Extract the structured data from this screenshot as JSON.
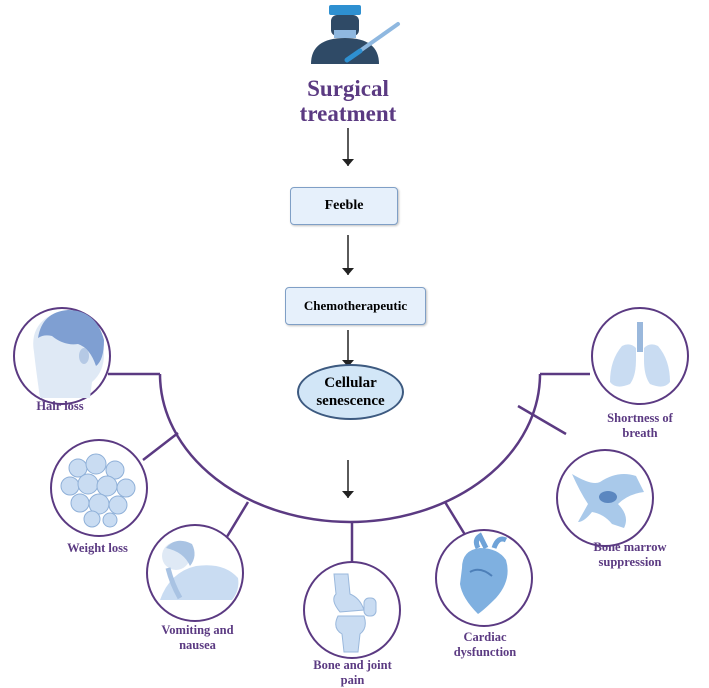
{
  "top": {
    "title_line1": "Surgical",
    "title_line2": "treatment",
    "icon": "surgeon-with-scalpel-icon"
  },
  "steps": {
    "feeble": "Feeble",
    "chemo": "Chemotherapeutic",
    "senescence_line1": "Cellular",
    "senescence_line2": "senescence"
  },
  "effects": {
    "hair_loss": "Hair loss",
    "weight_loss": "Weight loss",
    "vomiting_line1": "Vomiting and",
    "vomiting_line2": "nausea",
    "bone_line1": "Bone and joint",
    "bone_line2": "pain",
    "cardiac_line1": "Cardiac",
    "cardiac_line2": "dysfunction",
    "marrow_line1": "Bone marrow",
    "marrow_line2": "suppression",
    "breath_line1": "Shortness of",
    "breath_line2": "breath"
  },
  "colors": {
    "purple": "#5b3a82",
    "box_fill": "#e6f0fb",
    "oval_fill": "#d2e6f7",
    "icon_blue": "#8fb8e0",
    "surgeon_dark": "#2f4a66",
    "surgeon_cap": "#2e90d1"
  }
}
